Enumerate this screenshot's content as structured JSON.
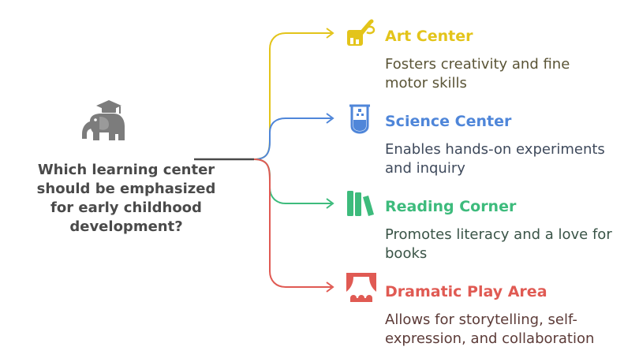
{
  "question": "Which learning center\nshould be emphasized\nfor early childhood\ndevelopment?",
  "colors": {
    "trunk": "#4a4a4a",
    "art": "#E3C41A",
    "science": "#4F86D9",
    "reading": "#3DBB7C",
    "dramatic": "#E05A53"
  },
  "options": [
    {
      "title": "Art Center",
      "description": "Fosters creativity and fine\nmotor skills",
      "icon": "palette-brush-icon",
      "color": "#E3C41A",
      "desc_color": "#5a5436"
    },
    {
      "title": "Science Center",
      "description": "Enables hands-on experiments\nand inquiry",
      "icon": "test-tube-icon",
      "color": "#4F86D9",
      "desc_color": "#3f4a5c"
    },
    {
      "title": "Reading Corner",
      "description": "Promotes literacy and a love for\nbooks",
      "icon": "books-icon",
      "color": "#3DBB7C",
      "desc_color": "#3a5447"
    },
    {
      "title": "Dramatic Play Area",
      "description": "Allows for storytelling, self-\nexpression, and collaboration",
      "icon": "stage-curtain-icon",
      "color": "#E05A53",
      "desc_color": "#5c3b38"
    }
  ]
}
